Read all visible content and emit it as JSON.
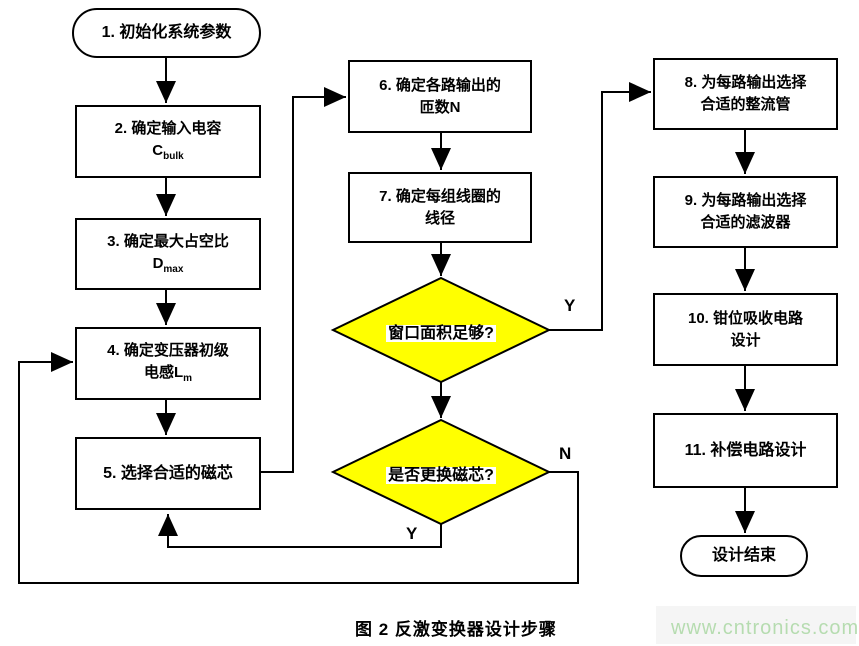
{
  "figure": {
    "caption": "图 2 反激变换器设计步骤",
    "watermark": "www.cntronics.com"
  },
  "flowchart": {
    "colors": {
      "decision_fill": "#ffff00",
      "line": "#000000"
    },
    "nodes": {
      "n1": {
        "label": "1. 初始化系统参数"
      },
      "n2": {
        "line1": "2. 确定输入电容",
        "sym": "C",
        "sub": "bulk"
      },
      "n3": {
        "line1": "3. 确定最大占空比",
        "sym": "D",
        "sub": "max"
      },
      "n4": {
        "line1": "4. 确定变压器初级",
        "line2_pre": "电感",
        "sym": "L",
        "sub": "m"
      },
      "n5": {
        "label": "5. 选择合适的磁芯"
      },
      "n6": {
        "line1": "6. 确定各路输出的",
        "line2": "匝数N"
      },
      "n7": {
        "line1": "7. 确定每组线圈的",
        "line2": "线径"
      },
      "d1": {
        "label": "窗口面积足够?"
      },
      "d2": {
        "label": "是否更换磁芯?"
      },
      "n8": {
        "line1": "8. 为每路输出选择",
        "line2": "合适的整流管"
      },
      "n9": {
        "line1": "9. 为每路输出选择",
        "line2": "合适的滤波器"
      },
      "n10": {
        "line1": "10. 钳位吸收电路",
        "line2": "设计"
      },
      "n11": {
        "label": "11. 补偿电路设计"
      },
      "end": {
        "label": "设计结束"
      }
    },
    "branches": {
      "d1_yes": "Y",
      "d2_no": "N",
      "d2_yes": "Y"
    }
  }
}
